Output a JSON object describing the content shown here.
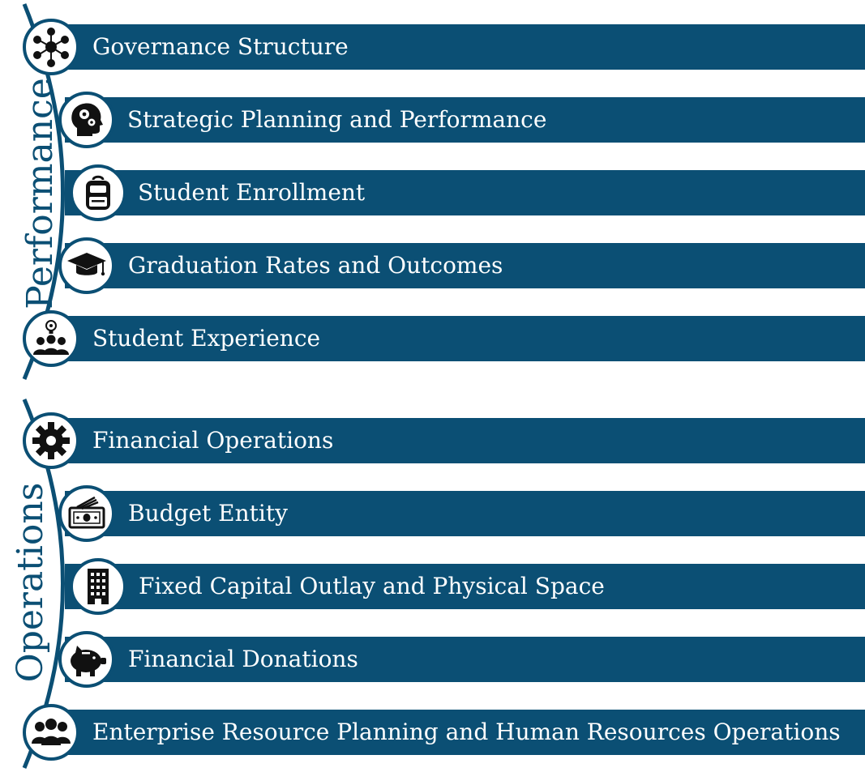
{
  "sections": [
    {
      "label": "Performance",
      "items": [
        {
          "label": "Governance Structure",
          "icon": "network-people-icon"
        },
        {
          "label": "Strategic Planning and Performance",
          "icon": "head-gears-icon"
        },
        {
          "label": "Student Enrollment",
          "icon": "backpack-icon"
        },
        {
          "label": "Graduation Rates and Outcomes",
          "icon": "graduation-cap-icon"
        },
        {
          "label": "Student Experience",
          "icon": "people-lightbulb-icon"
        }
      ]
    },
    {
      "label": "Operations",
      "items": [
        {
          "label": "Financial Operations",
          "icon": "gear-icon"
        },
        {
          "label": "Budget Entity",
          "icon": "money-wallet-icon"
        },
        {
          "label": "Fixed Capital Outlay and Physical Space",
          "icon": "building-icon"
        },
        {
          "label": "Financial Donations",
          "icon": "piggy-bank-icon"
        },
        {
          "label": "Enterprise Resource Planning and Human Resources Operations",
          "icon": "people-group-icon"
        }
      ]
    }
  ],
  "colors": {
    "band": "#0b4f74",
    "text": "#ffffff",
    "badge_border": "#0b4f74",
    "icon": "#111111",
    "section_label": "#0b4f74"
  }
}
